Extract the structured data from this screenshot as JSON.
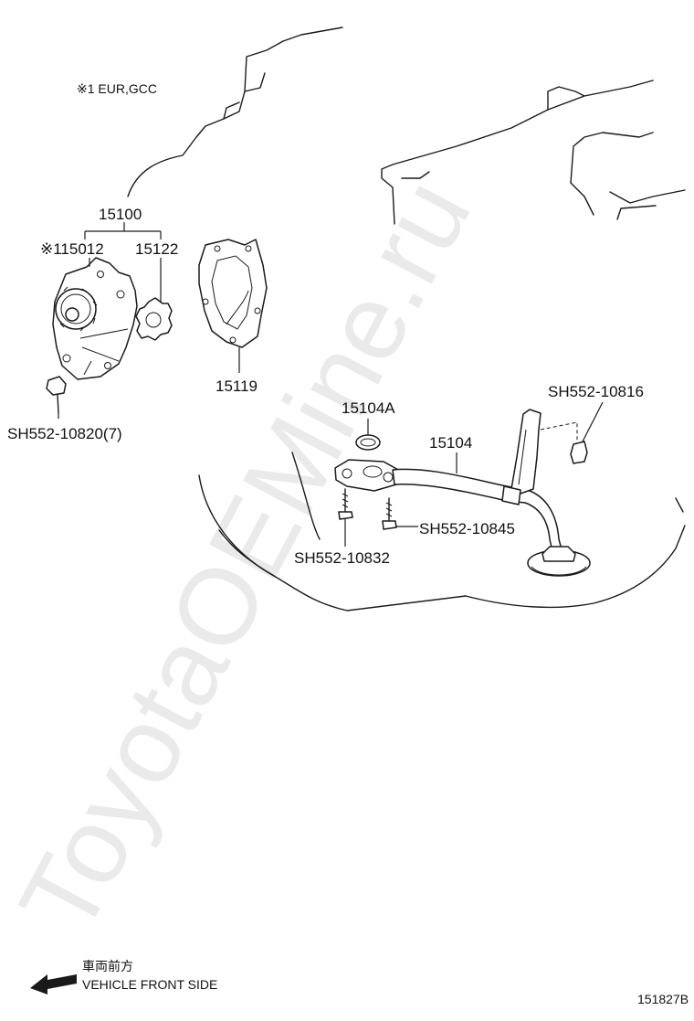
{
  "note": "※1 EUR,GCC",
  "watermark": "ToyotaOEMine.ru",
  "labels": {
    "assy": "15100",
    "pump_body": "※115012",
    "rotor": "15122",
    "gasket": "15119",
    "bolt_pump": "SH552-10820(7)",
    "oring": "15104A",
    "strainer": "15104",
    "bolt_bracket": "SH552-10816",
    "bolt_strainer_a": "SH552-10845",
    "bolt_strainer_b": "SH552-10832"
  },
  "direction": {
    "jp": "車両前方",
    "en": "VEHICLE FRONT SIDE"
  },
  "diagram_id": "151827B",
  "colors": {
    "line": "#1a1a1a",
    "watermark": "#d9d9d9",
    "background": "#ffffff"
  }
}
